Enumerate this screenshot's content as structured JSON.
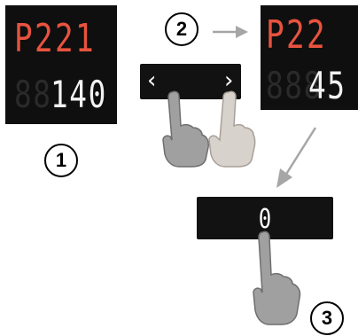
{
  "steps": {
    "step1": "1",
    "step2": "2",
    "step3": "3"
  },
  "display_before": {
    "code": "P221",
    "value": "140",
    "ghost_digits": "88"
  },
  "display_after": {
    "code": "P22",
    "value": "45",
    "ghost_digits": "888"
  },
  "arrow_buttons": {
    "left_label": "‹",
    "right_label": "›"
  },
  "zero_button": {
    "label": "0"
  },
  "colors": {
    "panel": "#0f0f0f",
    "code_red": "#e8533f",
    "value_white": "#f2f2f2",
    "arrow_gray": "#a6a6a6",
    "hand_gray": "#a0a0a0",
    "hand_light": "#d8d2cc"
  },
  "icons": {
    "pointing_hand": "hand-pointer-icon",
    "arrow": "arrow-right-icon"
  }
}
